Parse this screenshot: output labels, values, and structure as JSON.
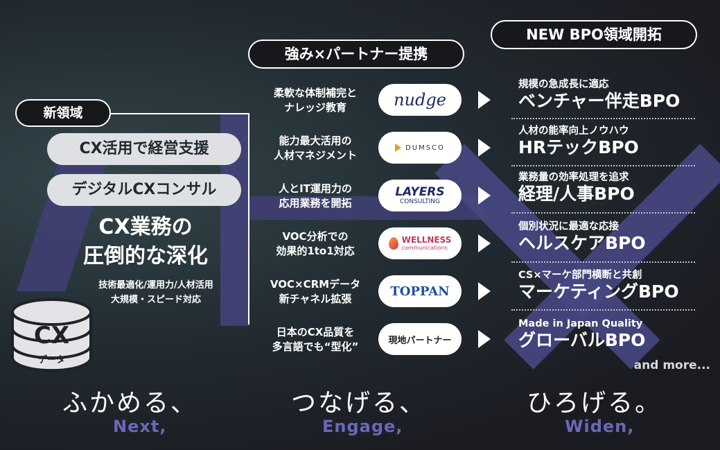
{
  "left": {
    "badge": "新領域",
    "pills": [
      "CX活用で経営支援",
      "デジタルCXコンサル"
    ],
    "headline_1": "CX業務の",
    "headline_2": "圧倒的な深化",
    "sub_1": "技術最適化/運用力/人材活用",
    "sub_2": "大規模・スピード対応",
    "db_label": "CX",
    "db_sub": "データ"
  },
  "middle": {
    "header": "強み×パートナー提携",
    "rows": [
      {
        "line1": "柔軟な体制補完と",
        "line2": "ナレッジ教育",
        "logo": "nudge"
      },
      {
        "line1": "能力最大活用の",
        "line2": "人材マネジメント",
        "logo": "DUMSCO"
      },
      {
        "line1": "人とIT運用力の",
        "line2": "応用業務を開拓",
        "logo": "LAYERS",
        "logo_sub": "CONSULTING"
      },
      {
        "line1": "VOC分析での",
        "line2": "効果的1to1対応",
        "logo": "WELLNESS",
        "logo_sub": "communications"
      },
      {
        "line1": "VOC×CRMデータ",
        "line2": "新チャネル拡張",
        "logo": "TOPPAN"
      },
      {
        "line1": "日本のCX品質を",
        "line2": "多言語でも“型化”",
        "logo": "現地パートナー"
      }
    ]
  },
  "right": {
    "header": "NEW BPO領域開拓",
    "items": [
      {
        "sub": "規模の急成長に適応",
        "main": "ベンチャー伴走BPO"
      },
      {
        "sub": "人材の能率向上ノウハウ",
        "main": "HRテックBPO"
      },
      {
        "sub": "業務量の効率処理を追求",
        "main": "経理/人事BPO"
      },
      {
        "sub": "個別状況に最適な応接",
        "main": "ヘルスケアBPO"
      },
      {
        "sub": "CS×マーケ部門横断と共創",
        "main": "マーケティングBPO"
      },
      {
        "sub": "Made in Japan Quality",
        "main": "グローバルBPO"
      }
    ],
    "more": "and more..."
  },
  "bottom": {
    "verbs": [
      "ふかめる、",
      "つなげる、",
      "ひろげる。"
    ],
    "words": [
      "Next,",
      "Engage,",
      "Widen,"
    ]
  },
  "colors": {
    "accent": "#4a4a86",
    "accent_text": "#6a68b8",
    "toppan": "#1d50a2",
    "nudge": "#1f2a63"
  }
}
